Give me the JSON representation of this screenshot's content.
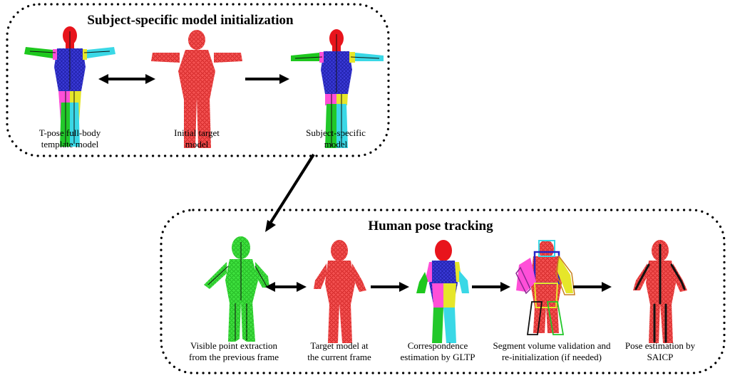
{
  "sections": {
    "initialization": {
      "title": "Subject-specific model initialization"
    },
    "tracking": {
      "title": "Human pose tracking"
    }
  },
  "captions": {
    "template": [
      "T-pose full-body",
      "template model"
    ],
    "initial_target": [
      "Initial target",
      "model"
    ],
    "subject_specific": [
      "Subject-specific",
      "model"
    ],
    "visible_points": [
      "Visible point extraction",
      "from the previous frame"
    ],
    "target_current": [
      "Target model at",
      "the current frame"
    ],
    "correspondence": [
      "Correspondence",
      "estimation by GLTP"
    ],
    "validation": [
      "Segment volume validation and",
      "re-initialization (if needed)"
    ],
    "pose_estimation": [
      "Pose estimation by",
      "SAICP"
    ]
  },
  "colors": {
    "head": "#e8141c",
    "torso": "#2424c8",
    "arm_left": "#1ec81e",
    "arm_right": "#ff3cd2",
    "upper_left": "#ff4fd8",
    "upper_right": "#e6e62a",
    "leg_left": "#22c82a",
    "leg_right": "#3ad8e6",
    "point_red": "#ee2c2c",
    "point_green": "#2ed42e",
    "skeleton": "#111111"
  }
}
